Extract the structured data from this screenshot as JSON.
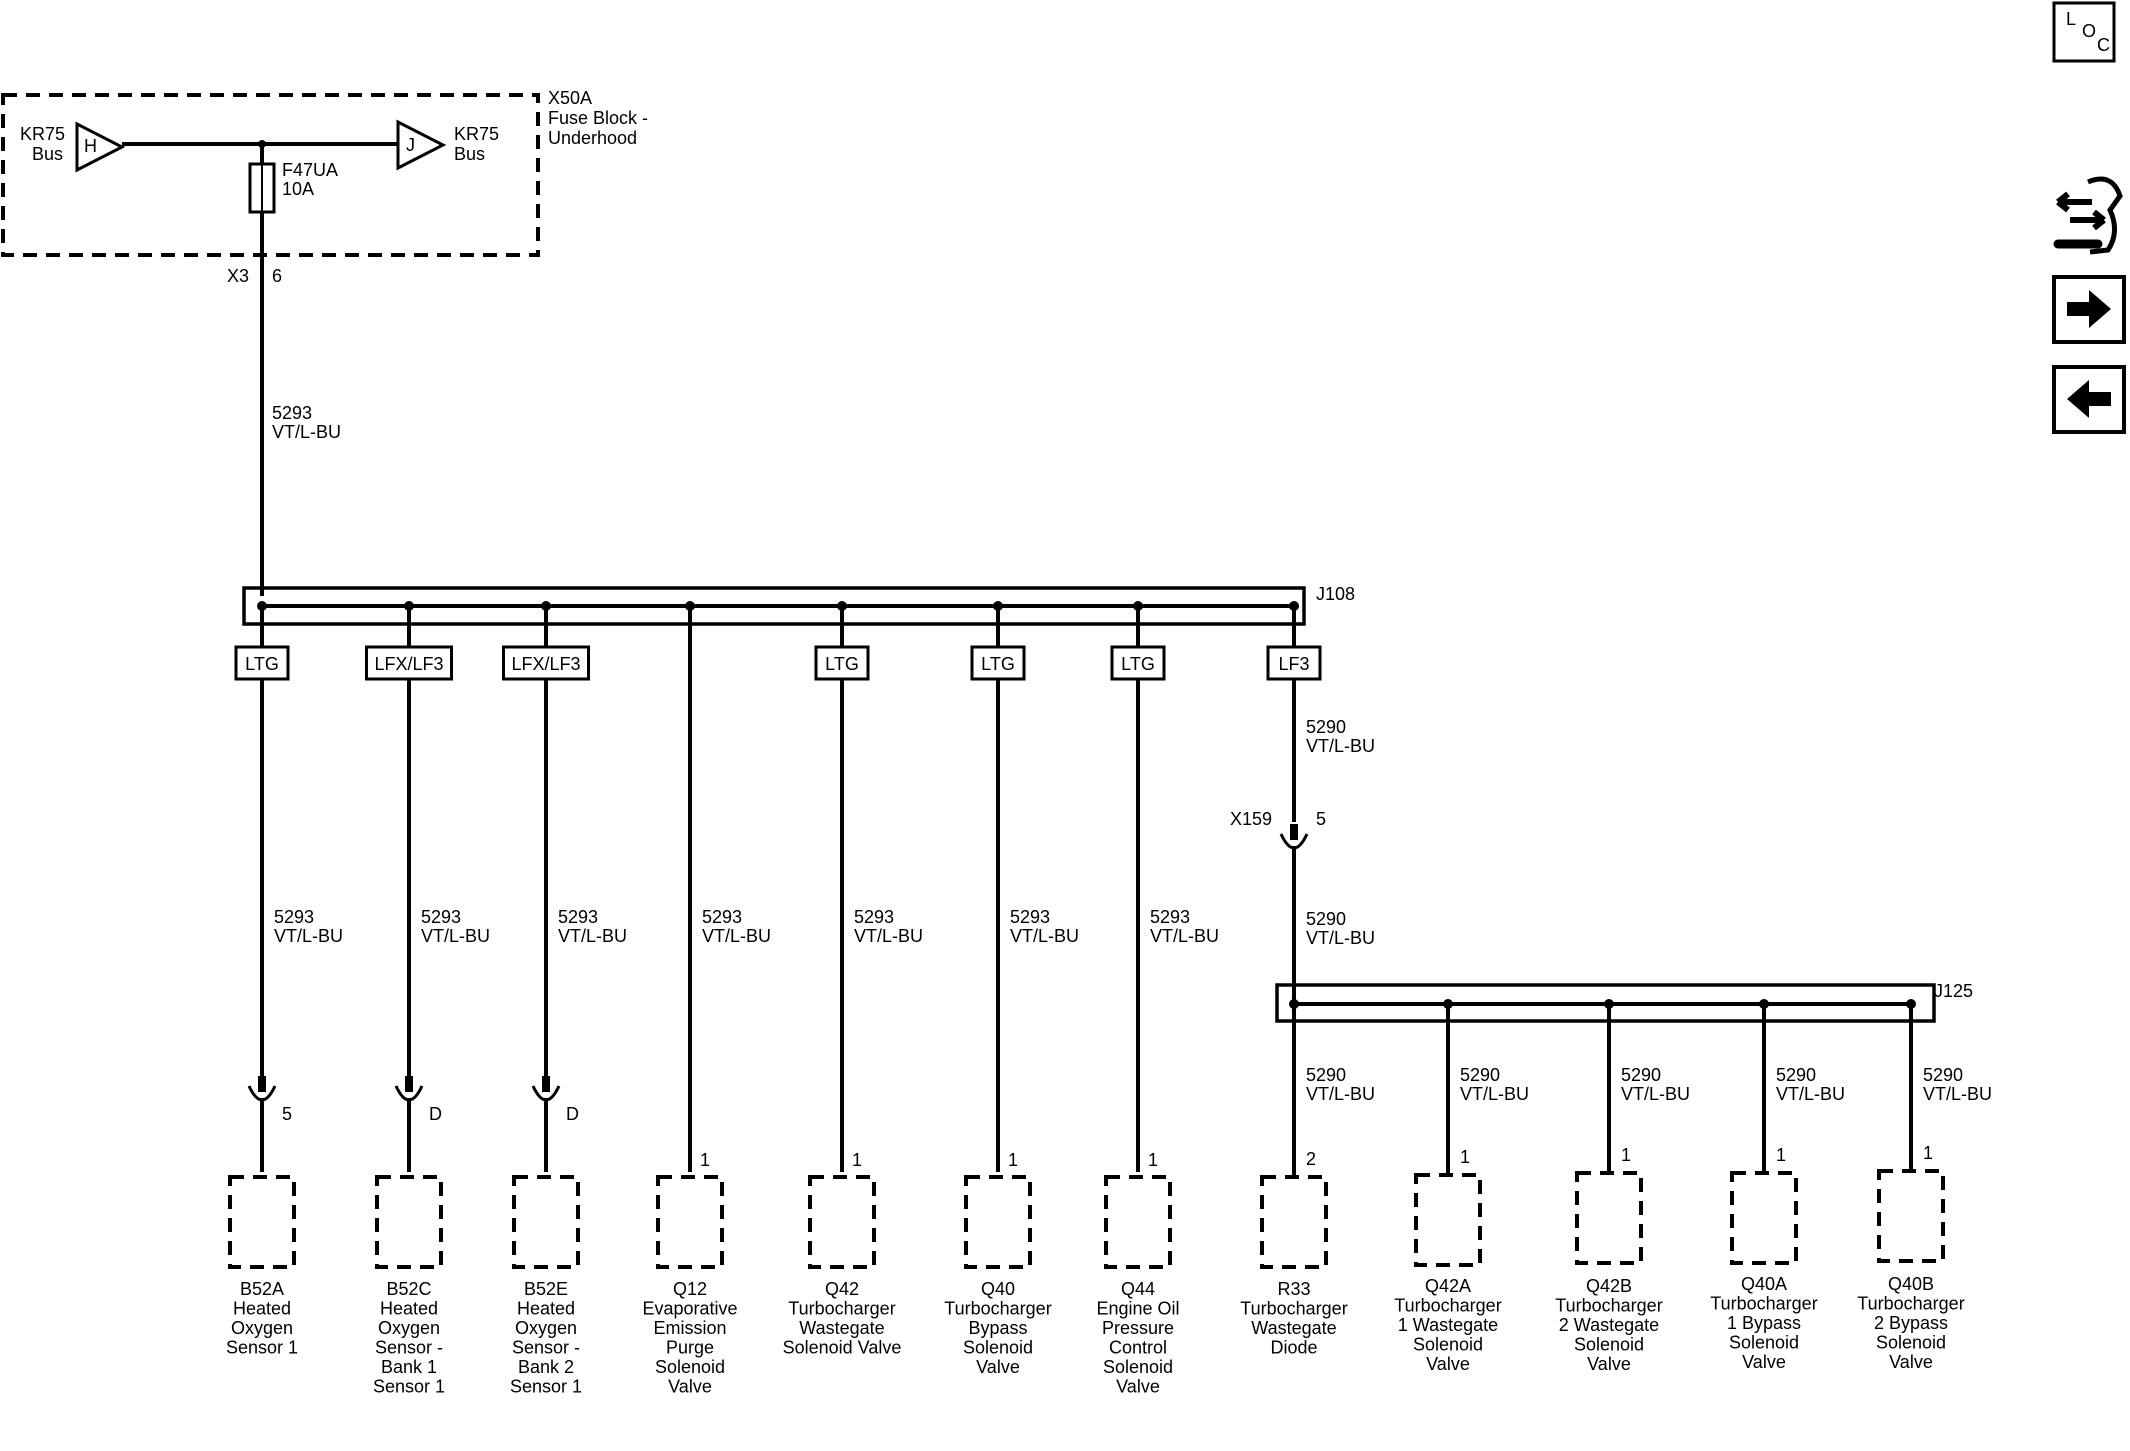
{
  "nav": {
    "loc_letters": [
      "L",
      "O",
      "C"
    ],
    "icons": [
      "loc-icon",
      "service-info-icon",
      "next-page-icon",
      "previous-page-icon"
    ]
  },
  "fuse_block": {
    "name": "X50A",
    "desc": [
      "Fuse Block -",
      "Underhood"
    ],
    "bus_left": [
      "KR75",
      "Bus"
    ],
    "bus_left_pin": "H",
    "bus_right": [
      "KR75",
      "Bus"
    ],
    "bus_right_pin": "J",
    "fuse": "F47UA",
    "fuse_rating": "10A",
    "connector": "X3",
    "connector_pin": "6"
  },
  "main_wire": {
    "circuit": "5293",
    "color": "VT/L-BU"
  },
  "splice_j108": "J108",
  "splice_j125": "J125",
  "x159": {
    "name": "X159",
    "pin": "5"
  },
  "lf3_wire_top": {
    "circuit": "5290",
    "color": "VT/L-BU"
  },
  "lf3_wire_bottom": {
    "circuit": "5290",
    "color": "VT/L-BU"
  },
  "branches": [
    {
      "option": "LTG",
      "circuit": "5293",
      "color": "VT/L-BU",
      "pin": "5",
      "connector": true,
      "comp": [
        "B52A",
        "Heated",
        "Oxygen",
        "Sensor 1"
      ]
    },
    {
      "option": "LFX/LF3",
      "circuit": "5293",
      "color": "VT/L-BU",
      "pin": "D",
      "connector": true,
      "comp": [
        "B52C",
        "Heated",
        "Oxygen",
        "Sensor -",
        "Bank 1",
        "Sensor 1"
      ]
    },
    {
      "option": "LFX/LF3",
      "circuit": "5293",
      "color": "VT/L-BU",
      "pin": "D",
      "connector": true,
      "comp": [
        "B52E",
        "Heated",
        "Oxygen",
        "Sensor -",
        "Bank 2",
        "Sensor 1"
      ]
    },
    {
      "option": "",
      "circuit": "5293",
      "color": "VT/L-BU",
      "pin": "1",
      "connector": false,
      "comp": [
        "Q12",
        "Evaporative",
        "Emission",
        "Purge",
        "Solenoid",
        "Valve"
      ]
    },
    {
      "option": "LTG",
      "circuit": "5293",
      "color": "VT/L-BU",
      "pin": "1",
      "connector": false,
      "comp": [
        "Q42",
        "Turbocharger",
        "Wastegate",
        "Solenoid Valve"
      ]
    },
    {
      "option": "LTG",
      "circuit": "5293",
      "color": "VT/L-BU",
      "pin": "1",
      "connector": false,
      "comp": [
        "Q40",
        "Turbocharger",
        "Bypass",
        "Solenoid",
        "Valve"
      ]
    },
    {
      "option": "LTG",
      "circuit": "5293",
      "color": "VT/L-BU",
      "pin": "1",
      "connector": false,
      "comp": [
        "Q44",
        "Engine Oil",
        "Pressure",
        "Control",
        "Solenoid",
        "Valve"
      ]
    }
  ],
  "lf3_option": "LF3",
  "lf3_branches": [
    {
      "circuit": "5290",
      "color": "VT/L-BU",
      "pin": "2",
      "comp": [
        "R33",
        "Turbocharger",
        "Wastegate",
        "Diode"
      ]
    },
    {
      "circuit": "5290",
      "color": "VT/L-BU",
      "pin": "1",
      "comp": [
        "Q42A",
        "Turbocharger",
        "1 Wastegate",
        "Solenoid",
        "Valve"
      ]
    },
    {
      "circuit": "5290",
      "color": "VT/L-BU",
      "pin": "1",
      "comp": [
        "Q42B",
        "Turbocharger",
        "2 Wastegate",
        "Solenoid",
        "Valve"
      ]
    },
    {
      "circuit": "5290",
      "color": "VT/L-BU",
      "pin": "1",
      "comp": [
        "Q40A",
        "Turbocharger",
        "1 Bypass",
        "Solenoid",
        "Valve"
      ]
    },
    {
      "circuit": "5290",
      "color": "VT/L-BU",
      "pin": "1",
      "comp": [
        "Q40B",
        "Turbocharger",
        "2 Bypass",
        "Solenoid",
        "Valve"
      ]
    }
  ]
}
